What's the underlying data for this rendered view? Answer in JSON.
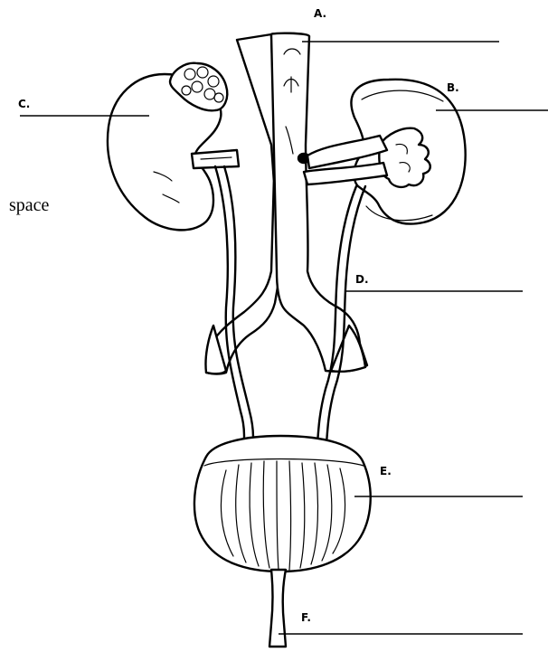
{
  "labels": {
    "a": "A.",
    "b": "B.",
    "c": "C.",
    "d": "D.",
    "e": "E.",
    "f": "F."
  },
  "note": "space",
  "colors": {
    "ink": "#000000",
    "paper": "#ffffff"
  }
}
